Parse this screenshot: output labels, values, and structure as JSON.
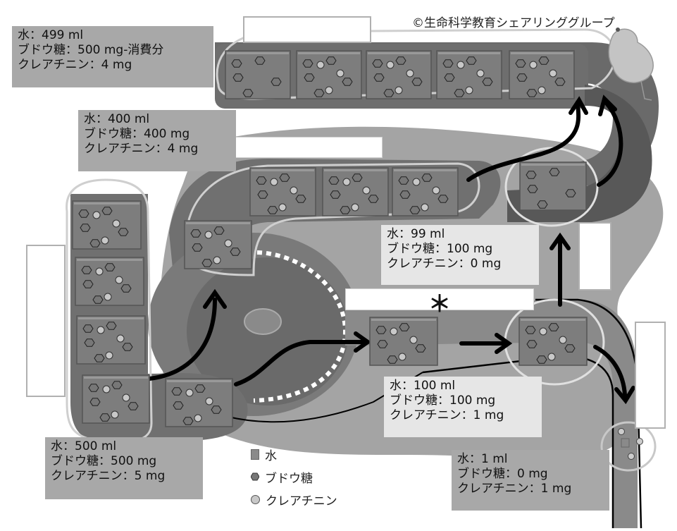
{
  "copyright": "©生命科学教育シェアリンググループ",
  "labels": {
    "top_left": {
      "water": "水：499 ml",
      "glucose": "ブドウ糖：500 mg-消費分",
      "creatinine": "クレアチニン：4 mg"
    },
    "upper_mid": {
      "water": "水：400 ml",
      "glucose": "ブドウ糖：400 mg",
      "creatinine": "クレアチニン：4 mg"
    },
    "reabsorbed": {
      "water": "水：99 ml",
      "glucose": "ブドウ糖：100 mg",
      "creatinine": "クレアチニン：0 mg"
    },
    "filtrate": {
      "water": "水：100 ml",
      "glucose": "ブドウ糖：100 mg",
      "creatinine": "クレアチニン：1 mg"
    },
    "inflow": {
      "water": "水：500 ml",
      "glucose": "ブドウ糖：500 mg",
      "creatinine": "クレアチニン：5 mg"
    },
    "urine": {
      "water": "水：1 ml",
      "glucose": "ブドウ糖：0 mg",
      "creatinine": "クレアチニン：1 mg"
    }
  },
  "asterisk": "＊",
  "legend": {
    "water": "水",
    "glucose": "ブドウ糖",
    "creatinine": "クレアチニン"
  },
  "colors": {
    "organ_dark": "#6e6e6e",
    "organ_mid": "#8c8c8c",
    "organ_light": "#a6a6a6",
    "block": "#7d7d7d",
    "arrow": "#000000",
    "outline": "#c8c8c8"
  }
}
